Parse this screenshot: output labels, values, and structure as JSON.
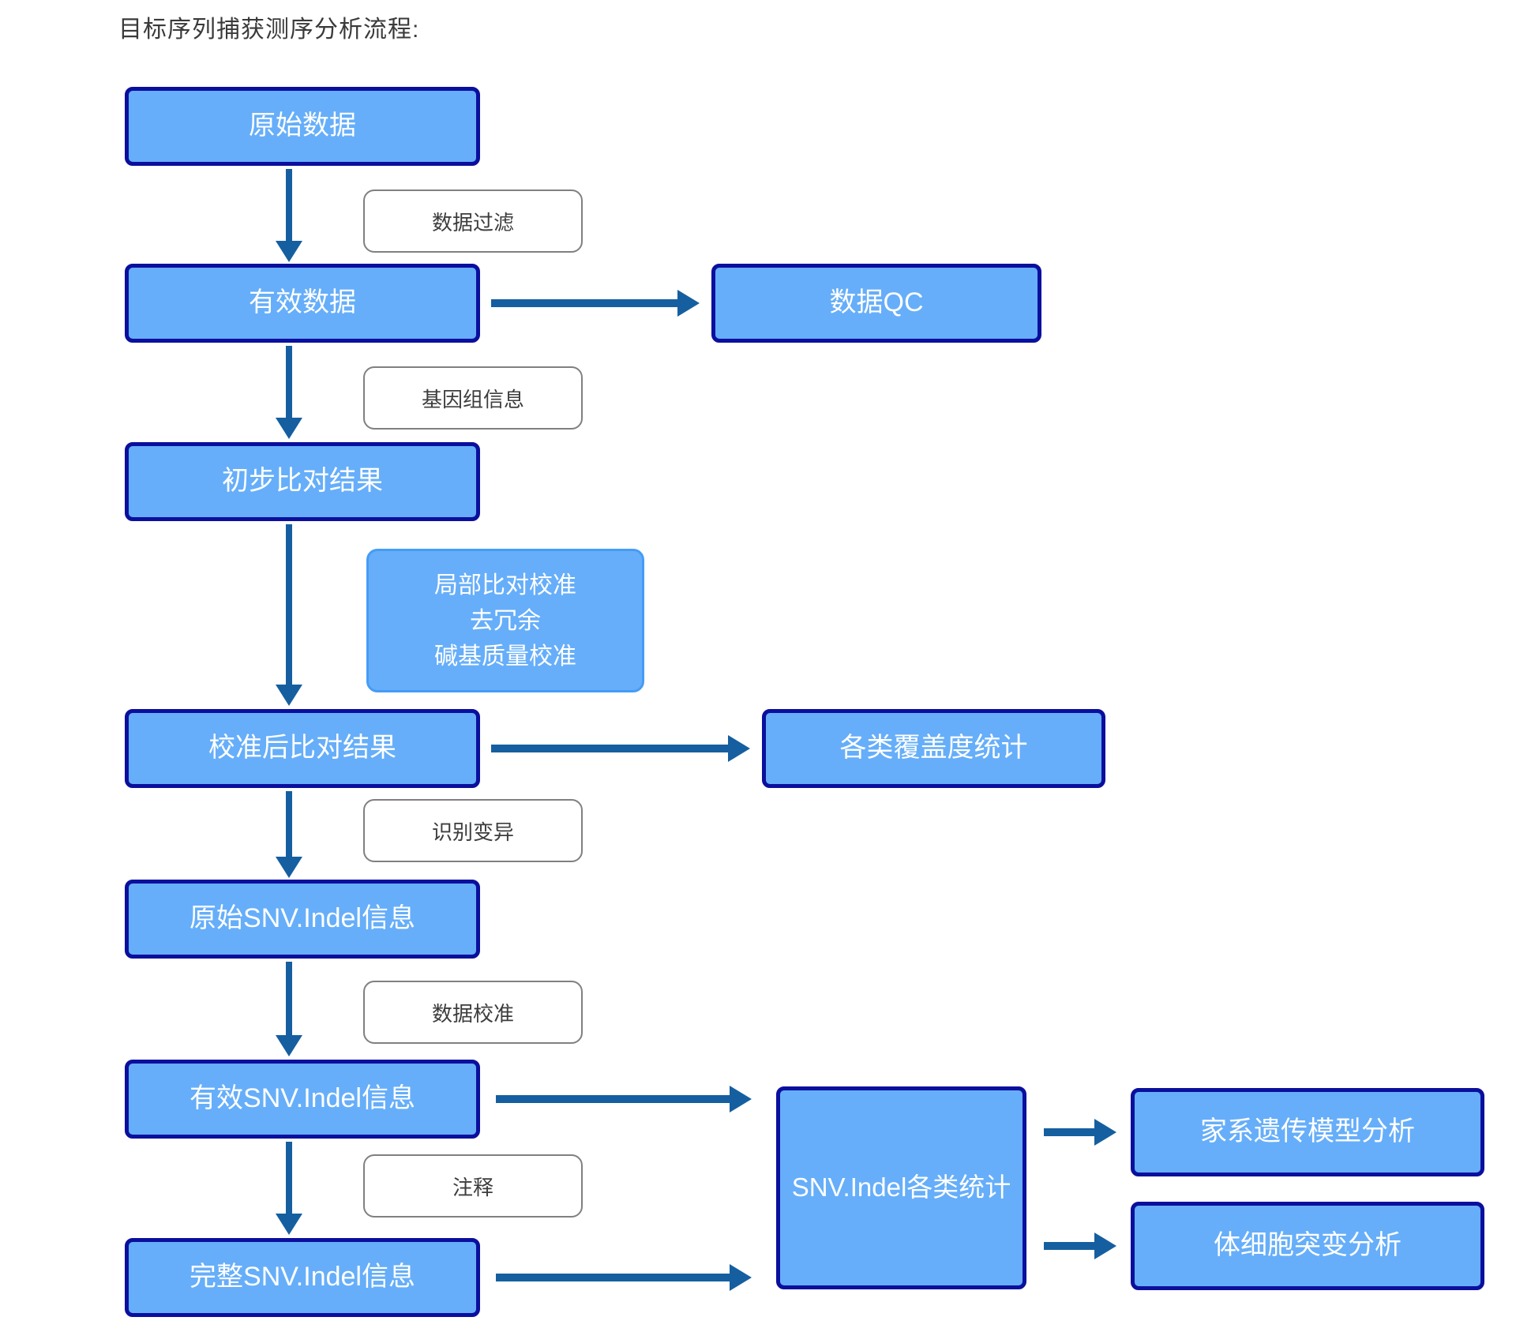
{
  "title": "目标序列捕获测序分析流程:",
  "nodes": {
    "raw_data": {
      "label": "原始数据"
    },
    "valid_data": {
      "label": "有效数据"
    },
    "prelim_alignment": {
      "label": "初步比对结果"
    },
    "calibrated_alignment": {
      "label": "校准后比对结果"
    },
    "raw_snv_indel": {
      "label": "原始SNV.Indel信息"
    },
    "valid_snv_indel": {
      "label": "有效SNV.Indel信息"
    },
    "complete_snv_indel": {
      "label": "完整SNV.Indel信息"
    },
    "data_qc": {
      "label": "数据QC"
    },
    "coverage_stats": {
      "label": "各类覆盖度统计"
    },
    "snv_indel_stats": {
      "label": "SNV.Indel各类统计"
    },
    "pedigree_model_analysis": {
      "label": "家系遗传模型分析"
    },
    "somatic_mutation_analysis": {
      "label": "体细胞突变分析"
    }
  },
  "steps": {
    "data_filter": "数据过滤",
    "genome_info": "基因组信息",
    "local_realign": "局部比对校准\n去冗余\n碱基质量校准",
    "variant_calling": "识别变异",
    "data_calibration": "数据校准",
    "annotation": "注释"
  },
  "colors": {
    "node_fill": "#66AEF9",
    "node_border": "#0B0F9D",
    "arrow": "#155FA0",
    "step_border": "#808080",
    "step_text": "#3D3D3D",
    "highlight_border": "#459CF6",
    "title_text": "#3A3A3A"
  }
}
